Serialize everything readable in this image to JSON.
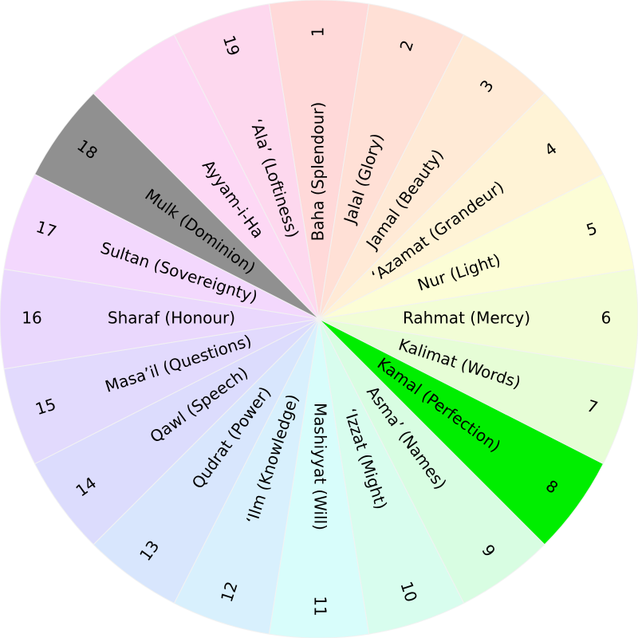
{
  "months": [
    {
      "number": "1",
      "name": "Baha (Splendour)",
      "color": "#ffd9d9",
      "highlight": false
    },
    {
      "number": "2",
      "name": "Jalal (Glory)",
      "color": "#ffe0d6",
      "highlight": false
    },
    {
      "number": "3",
      "name": "Jamal (Beauty)",
      "color": "#ffead6",
      "highlight": false
    },
    {
      "number": "4",
      "name": "‘Azamat (Grandeur)",
      "color": "#fff3d6",
      "highlight": false
    },
    {
      "number": "5",
      "name": "Nur (Light)",
      "color": "#fcfdd6",
      "highlight": false
    },
    {
      "number": "6",
      "name": "Rahmat (Mercy)",
      "color": "#f2fdd6",
      "highlight": false
    },
    {
      "number": "7",
      "name": "Kalimat (Words)",
      "color": "#e6fdd6",
      "highlight": false
    },
    {
      "number": "8",
      "name": "Kamal (Perfection)",
      "color": "#00ee00",
      "highlight": true
    },
    {
      "number": "9",
      "name": "Asma’ (Names)",
      "color": "#d8fde2",
      "highlight": false
    },
    {
      "number": "10",
      "name": "‘Izzat (Might)",
      "color": "#d8fdee",
      "highlight": false
    },
    {
      "number": "11",
      "name": "Mashiyyat (Will)",
      "color": "#d8fdfb",
      "highlight": false
    },
    {
      "number": "12",
      "name": "‘Ilm (Knowledge)",
      "color": "#d8f0fd",
      "highlight": false
    },
    {
      "number": "13",
      "name": "Qudrat (Power)",
      "color": "#d8e6fd",
      "highlight": false
    },
    {
      "number": "14",
      "name": "Qawl (Speech)",
      "color": "#dcdcfd",
      "highlight": false
    },
    {
      "number": "15",
      "name": "Masa’il (Questions)",
      "color": "#e2dafd",
      "highlight": false
    },
    {
      "number": "16",
      "name": "Sharaf (Honour)",
      "color": "#ead8fd",
      "highlight": false
    },
    {
      "number": "17",
      "name": "Sultan (Sovereignty)",
      "color": "#f3d8fd",
      "highlight": false
    },
    {
      "number": "18",
      "name": "Mulk (Dominion)",
      "color": "#909090",
      "highlight": false
    },
    {
      "number": "19",
      "name": "‘Ala’ (Loftiness)",
      "color": "#fdd8ee",
      "highlight": false
    }
  ],
  "intercalary": {
    "name": "Ayyam-i-Ha",
    "color": "#fdd8f5"
  }
}
